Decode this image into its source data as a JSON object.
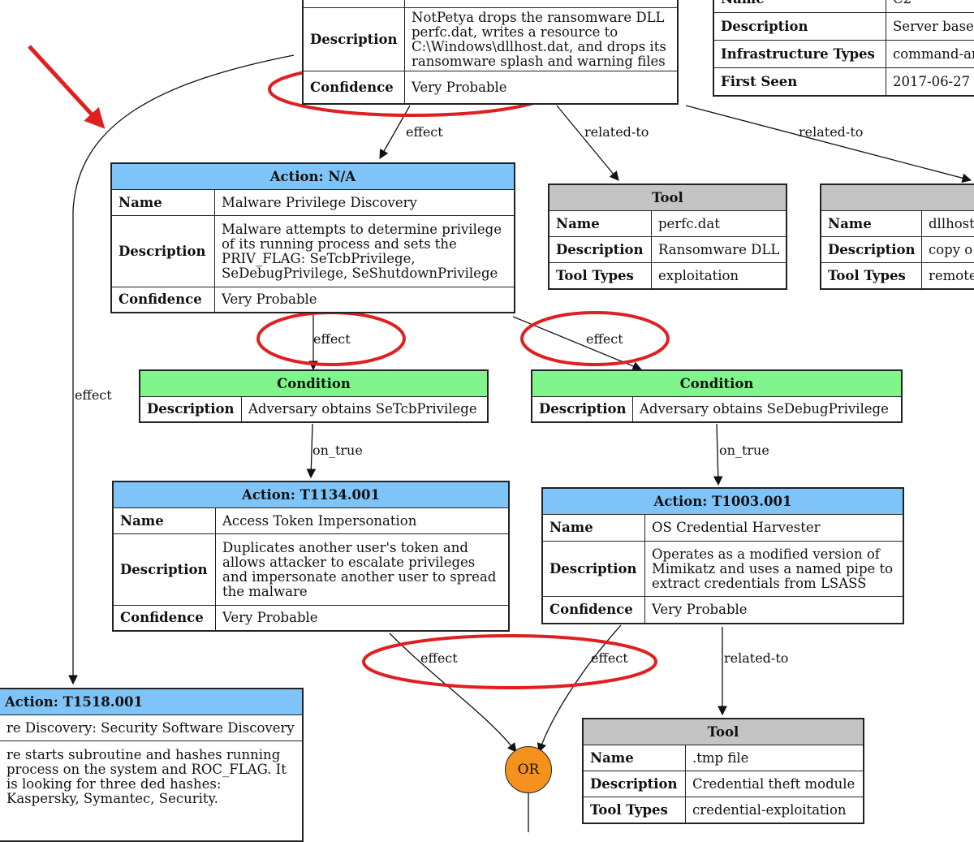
{
  "colors": {
    "action_header": "#7fc4f9",
    "condition_header": "#7ff58b",
    "tool_header": "#c4c4c4",
    "or_node": "#f5921f",
    "highlight": "#e02020"
  },
  "top_action": {
    "description_label": "Description",
    "description": "NotPetya drops the ransomware DLL perfc.dat, writes a resource to C:\\Windows\\dllhost.dat, and drops its ransomware splash and warning files",
    "confidence_label": "Confidence",
    "confidence": "Very Probable"
  },
  "infrastructure": {
    "name_label": "Name",
    "name": "C2",
    "description_label": "Description",
    "description": "Server base",
    "types_label": "Infrastructure Types",
    "types": "command-an",
    "first_seen_label": "First Seen",
    "first_seen": "2017-06-27"
  },
  "action_na": {
    "header": "Action: N/A",
    "name_label": "Name",
    "name": "Malware Privilege Discovery",
    "description_label": "Description",
    "description": "Malware attempts to determine privilege of its running process and sets the PRIV_FLAG: SeTcbPrivilege, SeDebugPrivilege, SeShutdownPrivilege",
    "confidence_label": "Confidence",
    "confidence": "Very Probable"
  },
  "tool_perfc": {
    "header": "Tool",
    "name_label": "Name",
    "name": "perfc.dat",
    "description_label": "Description",
    "description": "Ransomware DLL",
    "types_label": "Tool Types",
    "types": "exploitation"
  },
  "tool_dllhost": {
    "header": "",
    "name_label": "Name",
    "name": "dllhost",
    "description_label": "Description",
    "description": "copy o",
    "types_label": "Tool Types",
    "types": "remote"
  },
  "condition_tcb": {
    "header": "Condition",
    "description_label": "Description",
    "description": "Adversary obtains SeTcbPrivilege"
  },
  "condition_debug": {
    "header": "Condition",
    "description_label": "Description",
    "description": "Adversary obtains SeDebugPrivilege"
  },
  "action_t1134": {
    "header": "Action: T1134.001",
    "name_label": "Name",
    "name": "Access Token Impersonation",
    "description_label": "Description",
    "description": "Duplicates another user's token and allows attacker to escalate privileges and impersonate another user to spread the malware",
    "confidence_label": "Confidence",
    "confidence": "Very Probable"
  },
  "action_t1003": {
    "header": "Action: T1003.001",
    "name_label": "Name",
    "name": "OS Credential Harvester",
    "description_label": "Description",
    "description": "Operates as a modified version of Mimikatz and uses a named pipe to extract credentials from LSASS",
    "confidence_label": "Confidence",
    "confidence": "Very Probable"
  },
  "action_t1518": {
    "header": "Action: T1518.001",
    "name": "re Discovery: Security Software Discovery",
    "description": "re starts subroutine and hashes running process on the system and ROC_FLAG. It is looking for three ded hashes: Kaspersky, Symantec, Security."
  },
  "tool_tmp": {
    "header": "Tool",
    "name_label": "Name",
    "name": ".tmp file",
    "description_label": "Description",
    "description": "Credential theft module",
    "types_label": "Tool Types",
    "types": "credential-exploitation"
  },
  "or_node": {
    "label": "OR"
  },
  "edges": {
    "effect_na": "effect",
    "related_perfc": "related-to",
    "related_dllhost": "related-to",
    "effect_left": "effect",
    "effect_tcb": "effect",
    "effect_debug": "effect",
    "on_true_tcb": "on_true",
    "on_true_debug": "on_true",
    "effect_or_left": "effect",
    "effect_or_right": "effect",
    "related_tmp": "related-to"
  }
}
